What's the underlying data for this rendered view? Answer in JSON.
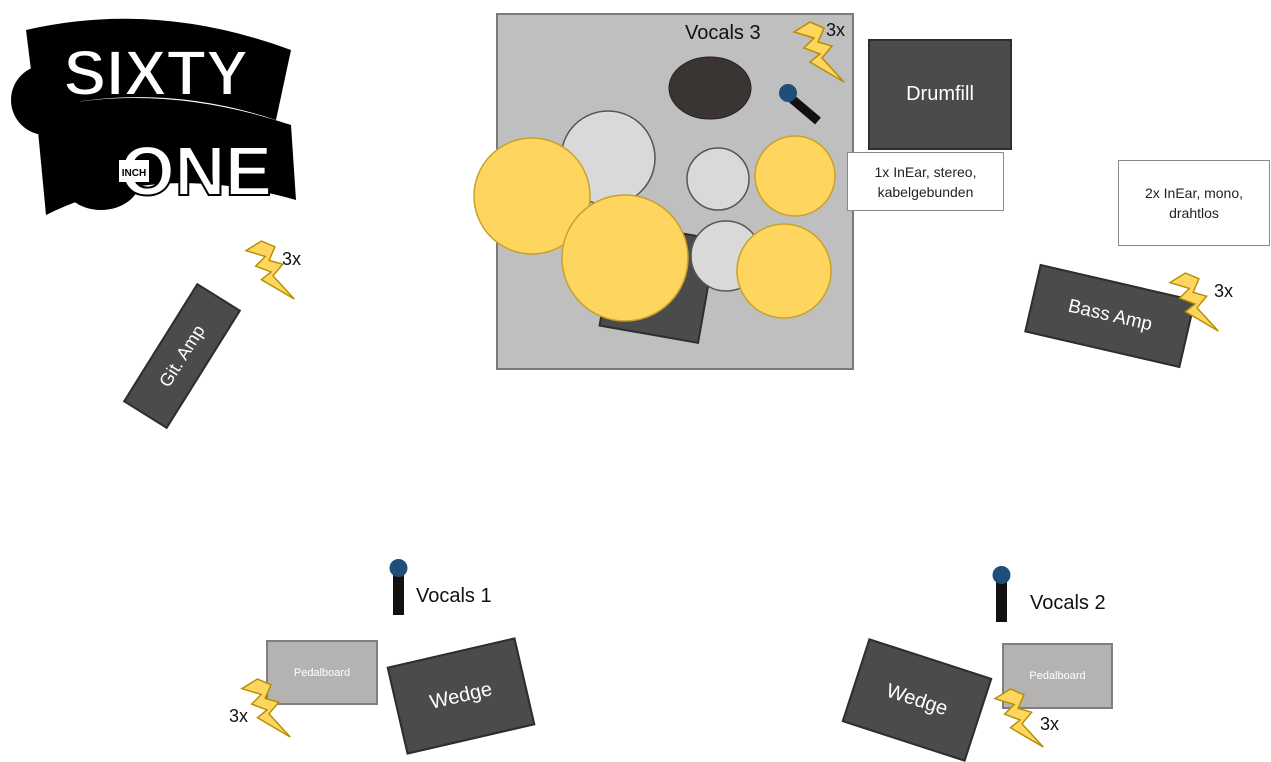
{
  "logo": {
    "text": "SIXTY ONE",
    "small": "INCH"
  },
  "drum_riser": {
    "vocal_label": "Vocals 3",
    "vocal_count": "3x",
    "drumfill": "Drumfill",
    "inear_note": "1x InEar, stereo, kabelgebunden"
  },
  "bass": {
    "inear_note": "2x InEar, mono, drahtlos",
    "amp": "Bass Amp",
    "count": "3x"
  },
  "guitar": {
    "amp": "Git. Amp",
    "count": "3x"
  },
  "left_front": {
    "vocal_label": "Vocals 1",
    "pedalboard": "Pedalboard",
    "wedge": "Wedge",
    "count": "3x"
  },
  "right_front": {
    "vocal_label": "Vocals 2",
    "pedalboard": "Pedalboard",
    "wedge": "Wedge",
    "count": "3x"
  },
  "colors": {
    "riser": "#bfbfbf",
    "cymbal": "#fdd55f",
    "drum": "#d9d9d9",
    "amp": "#4b4b4b",
    "lightning": "#fdd55f",
    "mic_head": "#1f4e79"
  }
}
